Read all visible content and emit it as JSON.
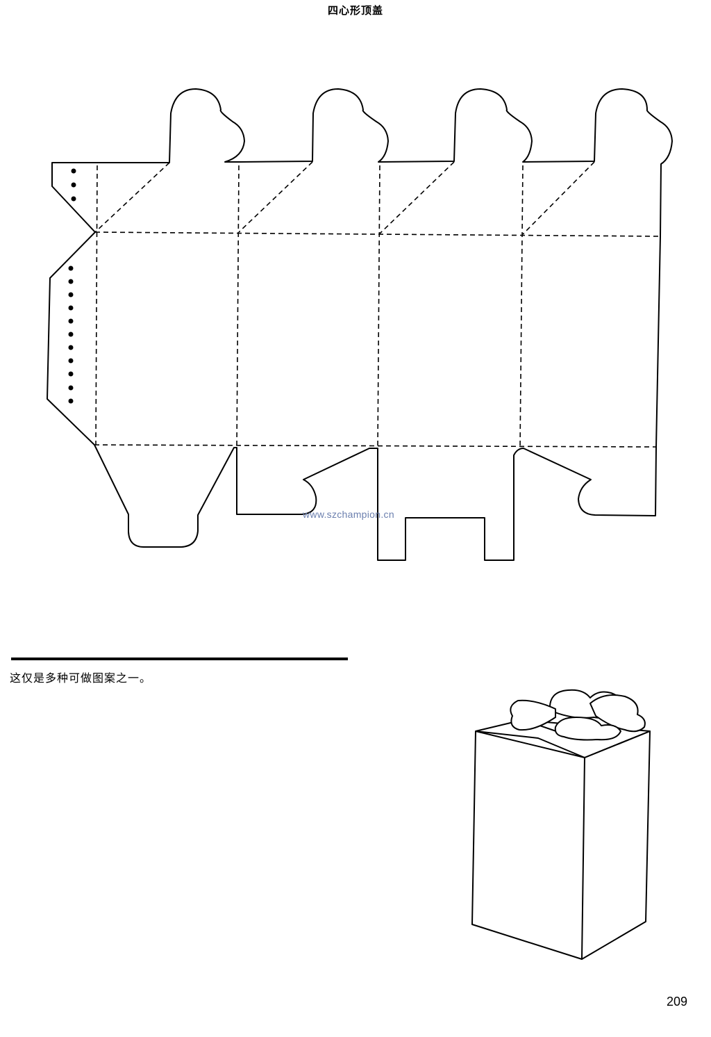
{
  "header": {
    "title": "四心形顶盖"
  },
  "watermark": {
    "text": "www.szchampion.cn"
  },
  "caption": {
    "text": "这仅是多种可做图案之一。"
  },
  "footer": {
    "page_number": "209"
  },
  "colors": {
    "line": "#000000",
    "watermark": "#6b7fae",
    "background": "#ffffff"
  }
}
